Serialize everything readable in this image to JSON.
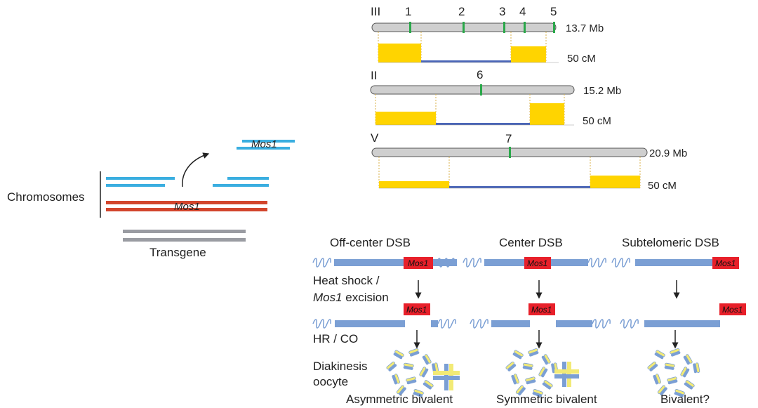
{
  "panel_a": {
    "chromosomes_label": "Chromosomes",
    "mos1_label": "Mos1",
    "excised_label": "Mos1",
    "transgene_label": "Transgene"
  },
  "panel_b": {
    "chromosomes": [
      {
        "name": "III",
        "size": "13.7 Mb",
        "map": "50 cM",
        "markers": [
          "1",
          "2",
          "3",
          "4",
          "5"
        ]
      },
      {
        "name": "II",
        "size": "15.2 Mb",
        "map": "50 cM",
        "markers": [
          "6"
        ]
      },
      {
        "name": "V",
        "size": "20.9 Mb",
        "map": "50 cM",
        "markers": [
          "7"
        ]
      }
    ]
  },
  "panel_c": {
    "columns": [
      "Off-center DSB",
      "Center DSB",
      "Subtelomeric DSB"
    ],
    "steps": {
      "heat_shock_line1": "Heat shock /",
      "heat_shock_line2_italic": "Mos1",
      "heat_shock_line2_rest": " excision",
      "hr_co": "HR / CO",
      "diakinesis_line1": "Diakinesis",
      "diakinesis_line2": "oocyte"
    },
    "mos1_box": "Mos1",
    "outcomes": [
      "Asymmetric bivalent",
      "Symmetric bivalent",
      "Bivalent?"
    ]
  },
  "colors": {
    "cyan": "#3aaee0",
    "red_chrom": "#d2452c",
    "gray_transgene": "#9a9ca2",
    "chrom_gray": "#cfcfcf",
    "marker_green": "#2aa84a",
    "map_yellow": "#ffd400",
    "map_blue": "#4a66b8",
    "dsb_blue": "#7b9fd4",
    "mos1_red": "#e8202a",
    "bivalent_yellow": "#f2ea76"
  }
}
